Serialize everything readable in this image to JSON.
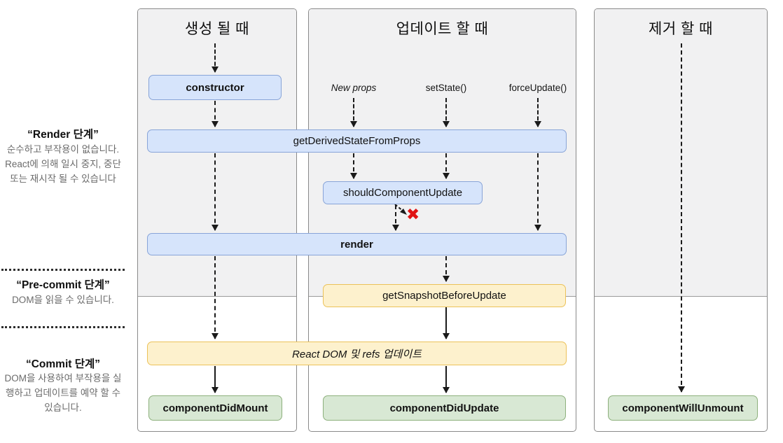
{
  "columns": {
    "mount": {
      "title": "생성 될 때"
    },
    "update": {
      "title": "업데이트 할 때",
      "triggers": [
        "New props",
        "setState()",
        "forceUpdate()"
      ]
    },
    "unmount": {
      "title": "제거 할 때"
    }
  },
  "sidebar": {
    "render_phase": {
      "title": "“Render 단계”",
      "body": "순수하고 부작용이 없습니다. React에 의해 일시 중지, 중단 또는 재시작 될 수 있습니다"
    },
    "precommit_phase": {
      "title": "“Pre-commit 단계”",
      "body": "DOM을 읽을 수 있습니다."
    },
    "commit_phase": {
      "title": "“Commit 단계”",
      "body": "DOM을 사용하여 부작용을 실행하고 업데이트를 예약 할 수 있습니다."
    }
  },
  "nodes": {
    "constructor": "constructor",
    "get_derived_state_from_props": "getDerivedStateFromProps",
    "should_component_update": "shouldComponentUpdate",
    "render": "render",
    "get_snapshot_before_update": "getSnapshotBeforeUpdate",
    "react_dom_update": "React DOM 및 refs 업데이트",
    "component_did_mount": "componentDidMount",
    "component_did_update": "componentDidUpdate",
    "component_will_unmount": "componentWillUnmount"
  },
  "icons": {
    "abort_x": "✖"
  },
  "colors": {
    "node_blue_fill": "#d6e4fb",
    "node_blue_border": "#88a4d8",
    "node_yellow_fill": "#fdf1cd",
    "node_yellow_border": "#ecc259",
    "node_green_fill": "#d8e8d4",
    "node_green_border": "#8db07c",
    "panel_gray": "#f1f1f2",
    "panel_border": "#8a8a8a",
    "abort_red": "#e01414",
    "arrow": "#1a1a1a"
  }
}
